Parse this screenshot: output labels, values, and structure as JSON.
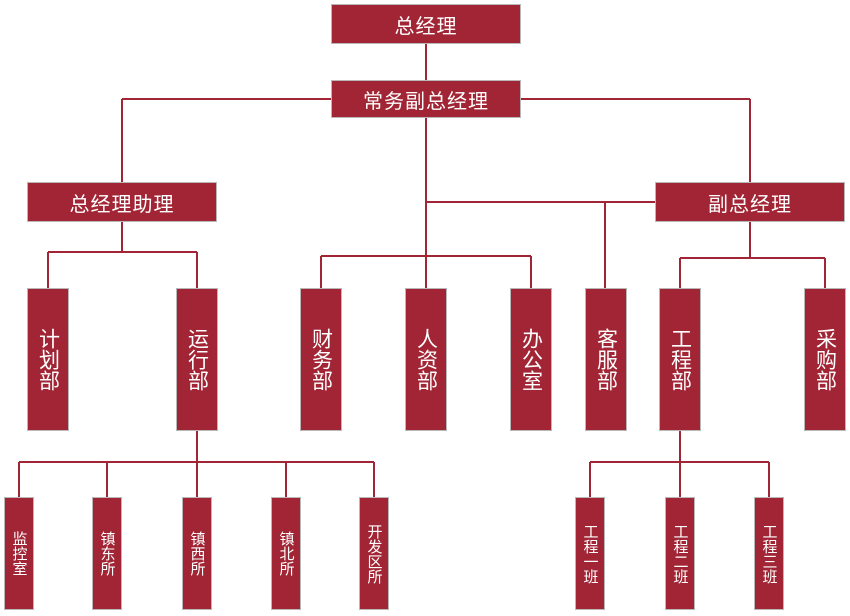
{
  "colors": {
    "box_fill": "#a12534",
    "box_border": "#b8b8b8",
    "connector": "#a12534",
    "text": "#ffffff"
  },
  "org": {
    "general_manager": "总经理",
    "executive_deputy": "常务副总经理",
    "assistant_gm": "总经理助理",
    "deputy_gm": "副总经理",
    "departments": {
      "planning": "计划部",
      "operations": "运行部",
      "finance": "财务部",
      "hr": "人资部",
      "office": "办公室",
      "customer_service": "客服部",
      "engineering": "工程部",
      "procurement": "采购部"
    },
    "ops_units": {
      "monitoring": "监控室",
      "east": "镇东所",
      "west": "镇西所",
      "north": "镇北所",
      "devzone": "开发区所"
    },
    "eng_units": {
      "team1": "工程一班",
      "team2": "工程二班",
      "team3": "工程三班"
    }
  }
}
